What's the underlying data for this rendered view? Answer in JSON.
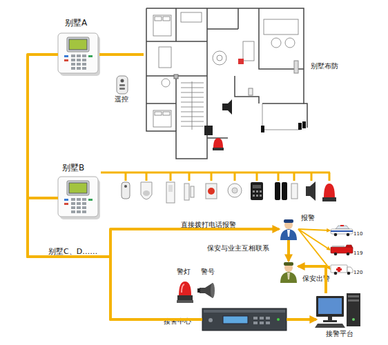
{
  "diagram": {
    "nodes": [
      {
        "text": [
          "别墅A"
        ]
      },
      {
        "text": [
          "遥控"
        ]
      },
      {
        "text": [
          "别墅布防"
        ]
      },
      {
        "text": [
          "别墅B"
        ]
      },
      {
        "text": [
          "报警"
        ]
      },
      {
        "text": [
          "110"
        ]
      },
      {
        "text": [
          "119"
        ]
      },
      {
        "text": [
          "120"
        ]
      },
      {
        "text": [
          "保安出警"
        ]
      },
      {
        "text": [
          "警灯"
        ]
      },
      {
        "text": [
          "警号"
        ]
      },
      {
        "text": [
          "接警中心"
        ]
      },
      {
        "text": [
          "接警平台"
        ]
      }
    ],
    "edges": [
      {
        "from": 0,
        "to": 2,
        "arrow": "none"
      },
      {
        "from": 0,
        "to": 11,
        "arrow": "none"
      },
      {
        "from": 3,
        "to": 11,
        "arrow": "none"
      },
      {
        "from": 3,
        "to": 4,
        "label": "直接拨打电话报警",
        "arrow": "to"
      },
      {
        "from": 4,
        "to": 5,
        "arrow": "to"
      },
      {
        "from": 4,
        "to": 6,
        "arrow": "to"
      },
      {
        "from": 4,
        "to": 7,
        "arrow": "to"
      },
      {
        "from": 4,
        "to": 8,
        "label": "保安与业主互相联系",
        "arrow": "to"
      },
      {
        "from": 11,
        "to": 12,
        "arrow": "to"
      },
      {
        "from": 12,
        "to": 8,
        "arrow": "to"
      }
    ],
    "labels": [
      "别墅C、D……"
    ]
  }
}
